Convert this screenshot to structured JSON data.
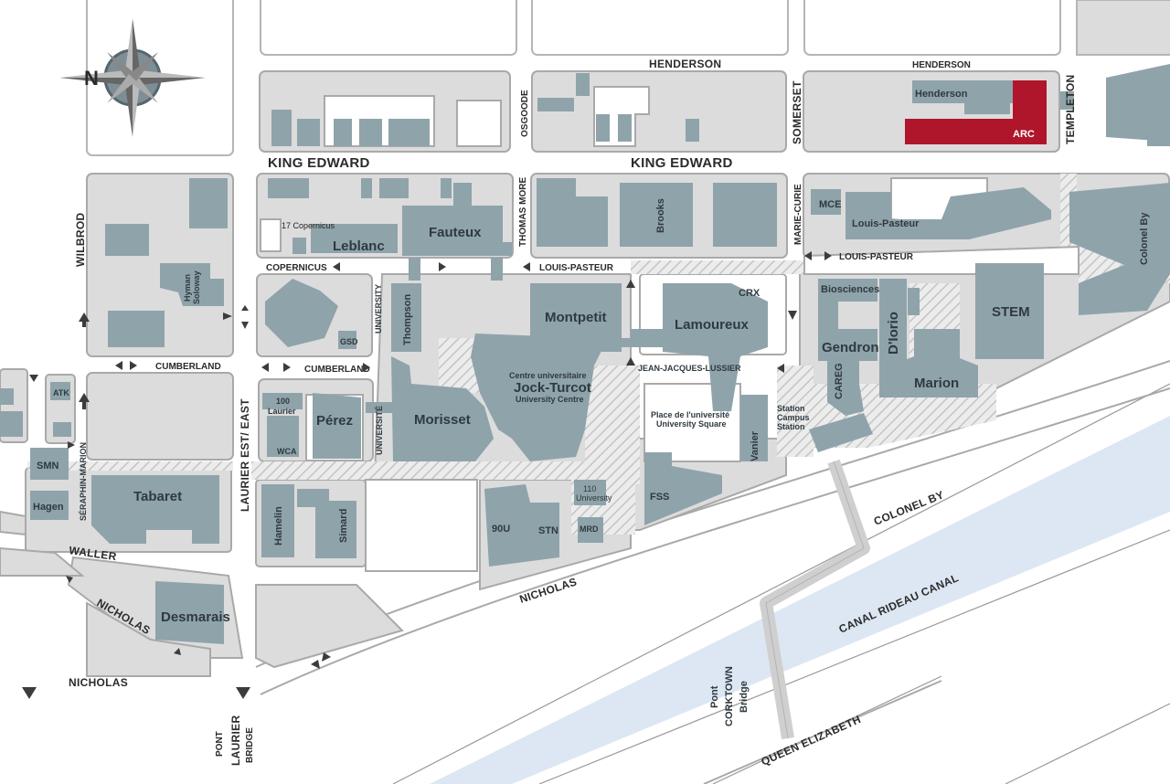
{
  "compass": {
    "north_label": "N"
  },
  "streets": {
    "henderson_1": "HENDERSON",
    "henderson_2": "HENDERSON",
    "king_edward_1": "KING EDWARD",
    "king_edward_2": "KING EDWARD",
    "osgoode": "OSGOODE",
    "somerset": "SOMERSET",
    "templeton": "TEMPLETON",
    "wilbrod": "WILBROD",
    "copernicus": "COPERNICUS",
    "thomas_more": "THOMAS MORE",
    "marie_curie": "MARIE-CURIE",
    "louis_pasteur_1": "LOUIS-PASTEUR",
    "louis_pasteur_2": "LOUIS-PASTEUR",
    "cumberland_1": "CUMBERLAND",
    "cumberland_2": "CUMBERLAND",
    "university_1": "UNIVERSITY",
    "university_2": "UNIVERSITÉ",
    "jean_jacques_lussier": "JEAN-JACQUES-LUSSIER",
    "laurier": "LAURIER EST/ EAST",
    "seraphin_marion": "SÉRAPHIN-MARION",
    "waller": "WALLER",
    "nicholas_1": "NICHOLAS",
    "nicholas_2": "NICHOLAS",
    "nicholas_3": "NICHOLAS",
    "colonel_by": "COLONEL BY",
    "queen_elizabeth": "QUEEN ELIZABETH",
    "canal": "CANAL RIDEAU CANAL",
    "pont_laurier": [
      "PONT",
      "LAURIER",
      "BRIDGE"
    ],
    "corktown": [
      "Pont",
      "CORKTOWN",
      "Bridge"
    ]
  },
  "buildings": {
    "henderson": "Henderson",
    "arc": "ARC",
    "mce": "MCE",
    "louis_pasteur": "Louis-Pasteur",
    "colonel_by": "Colonel By",
    "hyman_soloway": [
      "Hyman",
      "Soloway"
    ],
    "copernicus_17": "17 Copernicus",
    "leblanc": "Leblanc",
    "fauteux": "Fauteux",
    "brooks": "Brooks",
    "crx": "CRX",
    "lamoureux": "Lamoureux",
    "montpetit": "Montpetit",
    "thompson": "Thompson",
    "gsd": "GSD",
    "biosciences": "Biosciences",
    "gendron": "Gendron",
    "diorio": "D'Iorio",
    "stem": "STEM",
    "marion": "Marion",
    "careg": "CAREG",
    "station": [
      "Station",
      "Campus",
      "Station"
    ],
    "atk": "ATK",
    "laurier_100": [
      "100",
      "Laurier"
    ],
    "wca": "WCA",
    "perez": "Pérez",
    "morisset": "Morisset",
    "jock_turcot": [
      "Centre universitaire",
      "Jock-Turcot",
      "University Centre"
    ],
    "place_universite": [
      "Place de l'université",
      "University Square"
    ],
    "vanier": "Vanier",
    "smn": "SMN",
    "hagen": "Hagen",
    "tabaret": "Tabaret",
    "hamelin": "Hamelin",
    "simard": "Simard",
    "university_110": [
      "110",
      "University"
    ],
    "fss": "FSS",
    "u90": "90U",
    "stn": "STN",
    "mrd": "MRD",
    "desmarais": "Desmarais"
  },
  "colors": {
    "building": "#8fa3aa",
    "block": "#dcdcdc",
    "road_edge": "#a9a9a9",
    "highlight": "#b0162b",
    "canal": "#dde7f3",
    "text": "#2b2b2b"
  }
}
